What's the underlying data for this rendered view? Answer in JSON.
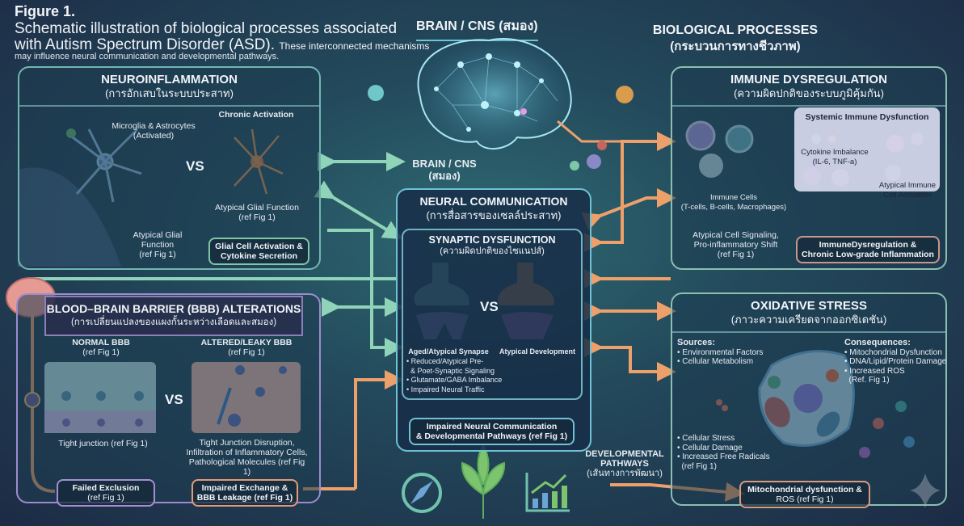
{
  "header": {
    "figure": "Figure 1.",
    "title_line1": "Schematic illustration of biological processes associated",
    "title_line2": "with Autism Spectrum Disorder (ASD).",
    "title_tail": "These interconnected mechanisms",
    "subtitle": "may influence neural communication and developmental pathways."
  },
  "brain": {
    "title": "BRAIN / CNS (สมอง)",
    "label_line1": "BRAIN / CNS",
    "label_line2": "(สมอง)"
  },
  "biological": {
    "title": "BIOLOGICAL PROCESSES",
    "title_th": "(กระบวนการทางชีวภาพ)"
  },
  "neuroinflammation": {
    "title": "NEUROINFLAMMATION",
    "title_th": "(การอักเสบในระบบประสาท)",
    "microglia_line1": "Microglia & Astrocytes",
    "microglia_line2": "(Activated)",
    "vs": "VS",
    "chronic": "Chronic Activation",
    "atypical_right_line1": "Atypical Glial Function",
    "atypical_right_line2": "(ref Fig 1)",
    "atypical_left_line1": "Atypical Glial",
    "atypical_left_line2": "Function",
    "atypical_left_line3": "(ref Fig 1)",
    "result_line1": "Glial Cell Activation &",
    "result_line2": "Cytokine Secretion"
  },
  "bbb": {
    "title": "BLOOD–BRAIN BARRIER (BBB) ALTERATIONS",
    "title_th": "(การเปลี่ยนแปลงของแผงกั้นระหว่างเลือดและสมอง)",
    "normal": "NORMAL BBB",
    "normal_ref": "(ref Fig 1)",
    "altered": "ALTERED/LEAKY BBB",
    "altered_ref": "(ref Fig 1)",
    "vs": "VS",
    "tight": "Tight junction (ref Fig 1)",
    "disruption_line1": "Tight Junction Disruption,",
    "disruption_line2": "Infiltration of Inflammatory Cells,",
    "disruption_line3": "Pathological Molecules (ref Fig 1)",
    "failed_line1": "Failed Exclusion",
    "failed_line2": "(ref Fig 1)",
    "impaired_line1": "Impaired Exchange &",
    "impaired_line2": "BBB Leakage (ref Fig 1)"
  },
  "neural": {
    "title": "NEURAL COMMUNICATION",
    "title_th": "(การสื่อสารของเซลล์ประสาท)",
    "synaptic": "SYNAPTIC DYSFUNCTION",
    "synaptic_th": "(ความผิดปกติของไซแนปส์)",
    "vs": "VS",
    "aged": "Aged/Atypical Synapse",
    "atypical_dev": "Atypical Development",
    "bullets": [
      "• Reduced/Atypical Pre-",
      "  & Poet-Synaptic Signaling",
      "• Glutamate/GABA Imbalance",
      "• Impaired Neural Traffic"
    ],
    "result_line1": "Impaired Neural Communication",
    "result_line2": "& Developmental Pathways (ref Fig 1)"
  },
  "developmental": {
    "line1": "DEVELOPMENTAL",
    "line2": "PATHWAYS",
    "line3": "(เส้นทางการพัฒนา)"
  },
  "immune": {
    "title": "IMMUNE DYSREGULATION",
    "title_th": "(ความผิดปกติของระบบภูมิคุ้มกัน)",
    "systemic": "Systemic Immune Dysfunction",
    "cytokine_line1": "Cytokine Imbalance",
    "cytokine_line2": "(IL-6, TNF-a)",
    "atypical_line1": "Atypical Immune",
    "atypical_line2": "Cell Activation",
    "cells_line1": "Immune Cells",
    "cells_line2": "(T-cells, B-cells, Macrophages)",
    "signal_line1": "Atypical Cell Signaling,",
    "signal_line2": "Pro-inflammatory Shift",
    "signal_line3": "(ref Fig 1)",
    "result_line1": "ImmuneDysregulation &",
    "result_line2": "Chronic Low-grade Inflammation"
  },
  "oxidative": {
    "title": "OXIDATIVE STRESS",
    "title_th": "(ภาวะความเครียดจากออกซิเดชัน)",
    "sources_title": "Sources:",
    "sources": [
      "• Environmental Factors",
      "• Cellular Metabolism"
    ],
    "consequences_title": "Consequences:",
    "consequences": [
      "• Mitochondrial Dysfunction",
      "• DNA/Lipid/Protein Damage",
      "• Increased ROS",
      "  (Ref. Fig 1)"
    ],
    "stress": [
      "• Cellular Stress",
      "• Cellular Damage",
      "• Increased Free Radicals",
      "  (ref Fig 1)"
    ],
    "result_line1": "Mitochondrial dysfunction &",
    "result_line2": "ROS (ref Fig 1)"
  },
  "icons": [
    "compass-icon",
    "leaf-icon",
    "growth-chart-icon",
    "sparkle-icon"
  ],
  "colors": {
    "teal": "#7fc7a5",
    "orange": "#e8955f",
    "purple": "#a58fd2",
    "background": "#1d2b45"
  }
}
